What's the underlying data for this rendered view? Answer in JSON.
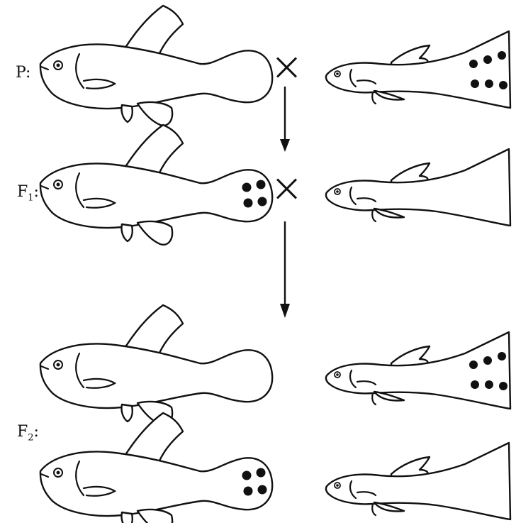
{
  "labels": {
    "p": "P:",
    "f1_letter": "F",
    "f1_sub": "1",
    "f2_letter": "F",
    "f2_sub": "2"
  },
  "fish": {
    "p_female": {
      "sex": "female",
      "spots": 0
    },
    "p_male": {
      "sex": "male",
      "spots": 6
    },
    "f1_female": {
      "sex": "female",
      "spots": 4
    },
    "f1_male": {
      "sex": "male",
      "spots": 0
    },
    "f2_female_a": {
      "sex": "female",
      "spots": 0
    },
    "f2_male_a": {
      "sex": "male",
      "spots": 6
    },
    "f2_female_b": {
      "sex": "female",
      "spots": 4
    },
    "f2_male_b": {
      "sex": "male",
      "spots": 0
    }
  },
  "colors": {
    "ink": "#111111",
    "background": "#ffffff"
  }
}
